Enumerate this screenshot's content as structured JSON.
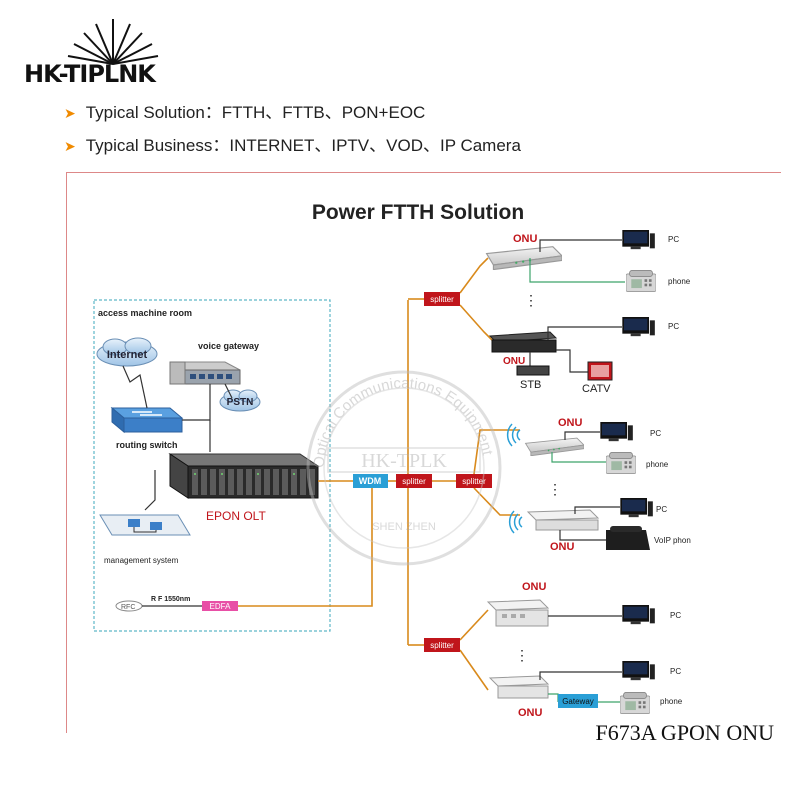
{
  "logo": {
    "text": "HK-TIPLNK"
  },
  "bullets": [
    {
      "label": "Typical Solution：FTTH、FTTB、PON+EOC"
    },
    {
      "label": "Typical Business：INTERNET、IPTV、VOD、IP Camera"
    }
  ],
  "diagram": {
    "title": "Power FTTH Solution",
    "access_room": "access machine room",
    "internet": "Internet",
    "voice_gateway": "voice gateway",
    "pstn": "PSTN",
    "routing_switch": "routing switch",
    "epon_olt": "EPON OLT",
    "management_system": "management system",
    "rf": "R F 1550nm",
    "rfc": "RFC",
    "edfa": "EDFA",
    "wdm": "WDM",
    "splitter": "splitter",
    "onu": "ONU",
    "pc": "PC",
    "phone": "phone",
    "voip_phone": "VoIP phon",
    "stb": "STB",
    "catv": "CATV",
    "gateway": "Gateway",
    "dots": "⋮"
  },
  "watermark": {
    "center": "HK-TPLK",
    "ring": "Optical Communications Equipment",
    "bottom": "SHEN ZHEN"
  },
  "product_label": "F673A GPON ONU",
  "colors": {
    "red": "#c0151b",
    "orange": "#d98a1c",
    "blue_tag": "#2a9fd6",
    "pink_tag": "#e84fa6",
    "dashed_box": "#5fb7c7"
  }
}
